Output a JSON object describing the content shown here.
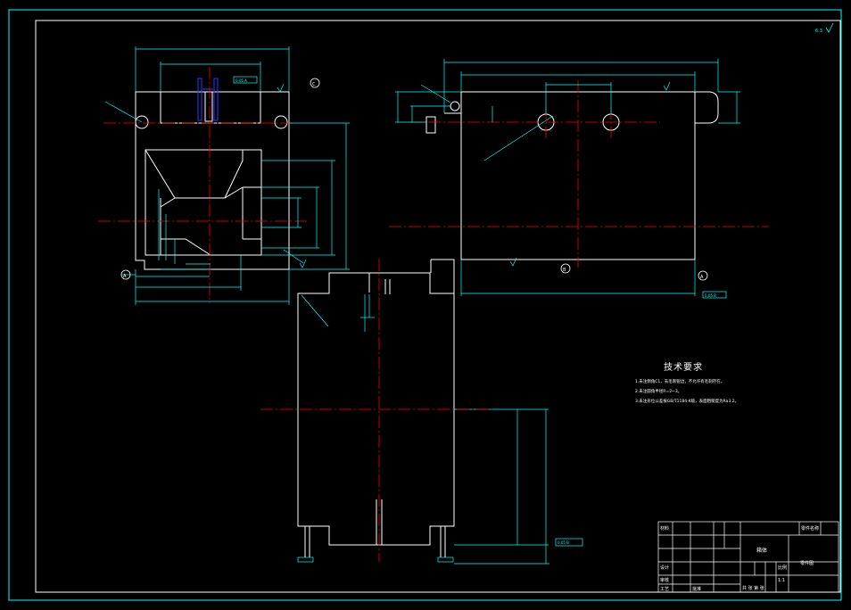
{
  "tech_requirements": {
    "title": "技术要求",
    "notes": [
      "1.未注倒角C1，去毛刺锐边，不允许有毛刺存在。",
      "2.未注圆角半径R=2~3。",
      "3.未注形位公差按GB/T1184-K级，表面粗糙度为Ra3.2。"
    ]
  },
  "title_block": {
    "part_name": "箱体",
    "part_name_label": "零件名称",
    "scale_label": "比例",
    "scale": "1:1",
    "material_label": "材料",
    "designer_label": "设计",
    "checker_label": "审核",
    "process_label": "工艺",
    "approve_label": "批准",
    "sheet_label": "共 张 第 张",
    "drawing_name": "零件图"
  },
  "annotations": {
    "roughness_top_right": "6.3",
    "datum_a": "A",
    "datum_b": "B",
    "datum_c": "C",
    "tolerance_box_1": "0.05 A",
    "tolerance_box_2": "0.05 B",
    "tolerance_box_3": "0.05 B"
  },
  "colors": {
    "background": "#000000",
    "outline": "#ffffff",
    "dimension": "#00ffff",
    "centerline": "#ff0000",
    "hidden": "#0000ff"
  }
}
